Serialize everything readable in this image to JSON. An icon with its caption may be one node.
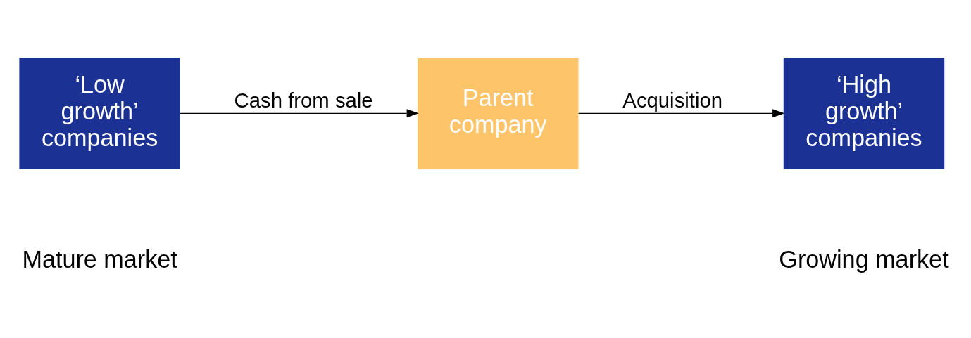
{
  "diagram": {
    "nodes": [
      {
        "text": [
          "‘Low growth’ companies"
        ]
      },
      {
        "text": [
          "Parent company"
        ]
      },
      {
        "text": [
          "‘High growth’ companies"
        ]
      }
    ],
    "edges": [
      {
        "from": 0,
        "to": 1,
        "arrow": "to",
        "label": "Cash from sale"
      },
      {
        "from": 1,
        "to": 2,
        "arrow": "to",
        "label": "Acquisition"
      }
    ],
    "labels": [
      "Mature market",
      "Growing market"
    ]
  }
}
